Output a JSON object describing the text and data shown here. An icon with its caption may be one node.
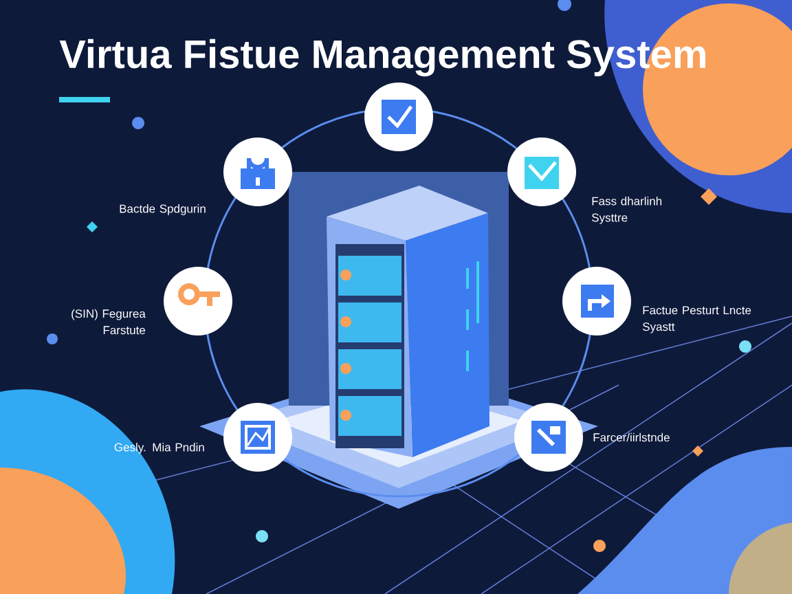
{
  "diagram": {
    "title": "Virtua Fistue Management System",
    "nodes": [
      {
        "text": [],
        "shape": "circle"
      },
      {
        "text": [],
        "shape": "circle",
        "beside": [
          "Bactde Spdgurin"
        ]
      },
      {
        "text": [],
        "shape": "circle",
        "beside": [
          "Fass dharlinh Systtre"
        ]
      },
      {
        "text": [],
        "shape": "circle",
        "beside": [
          "(SIN) Fegurea Farstute"
        ]
      },
      {
        "text": [],
        "shape": "circle",
        "beside": [
          "Factue Pesturt Lncte Syastt"
        ]
      },
      {
        "text": [],
        "shape": "circle",
        "beside": [
          "Gesly. Mia Pndin"
        ]
      },
      {
        "text": [],
        "shape": "circle",
        "beside": [
          "Farcer/iirlstnde"
        ]
      }
    ]
  }
}
